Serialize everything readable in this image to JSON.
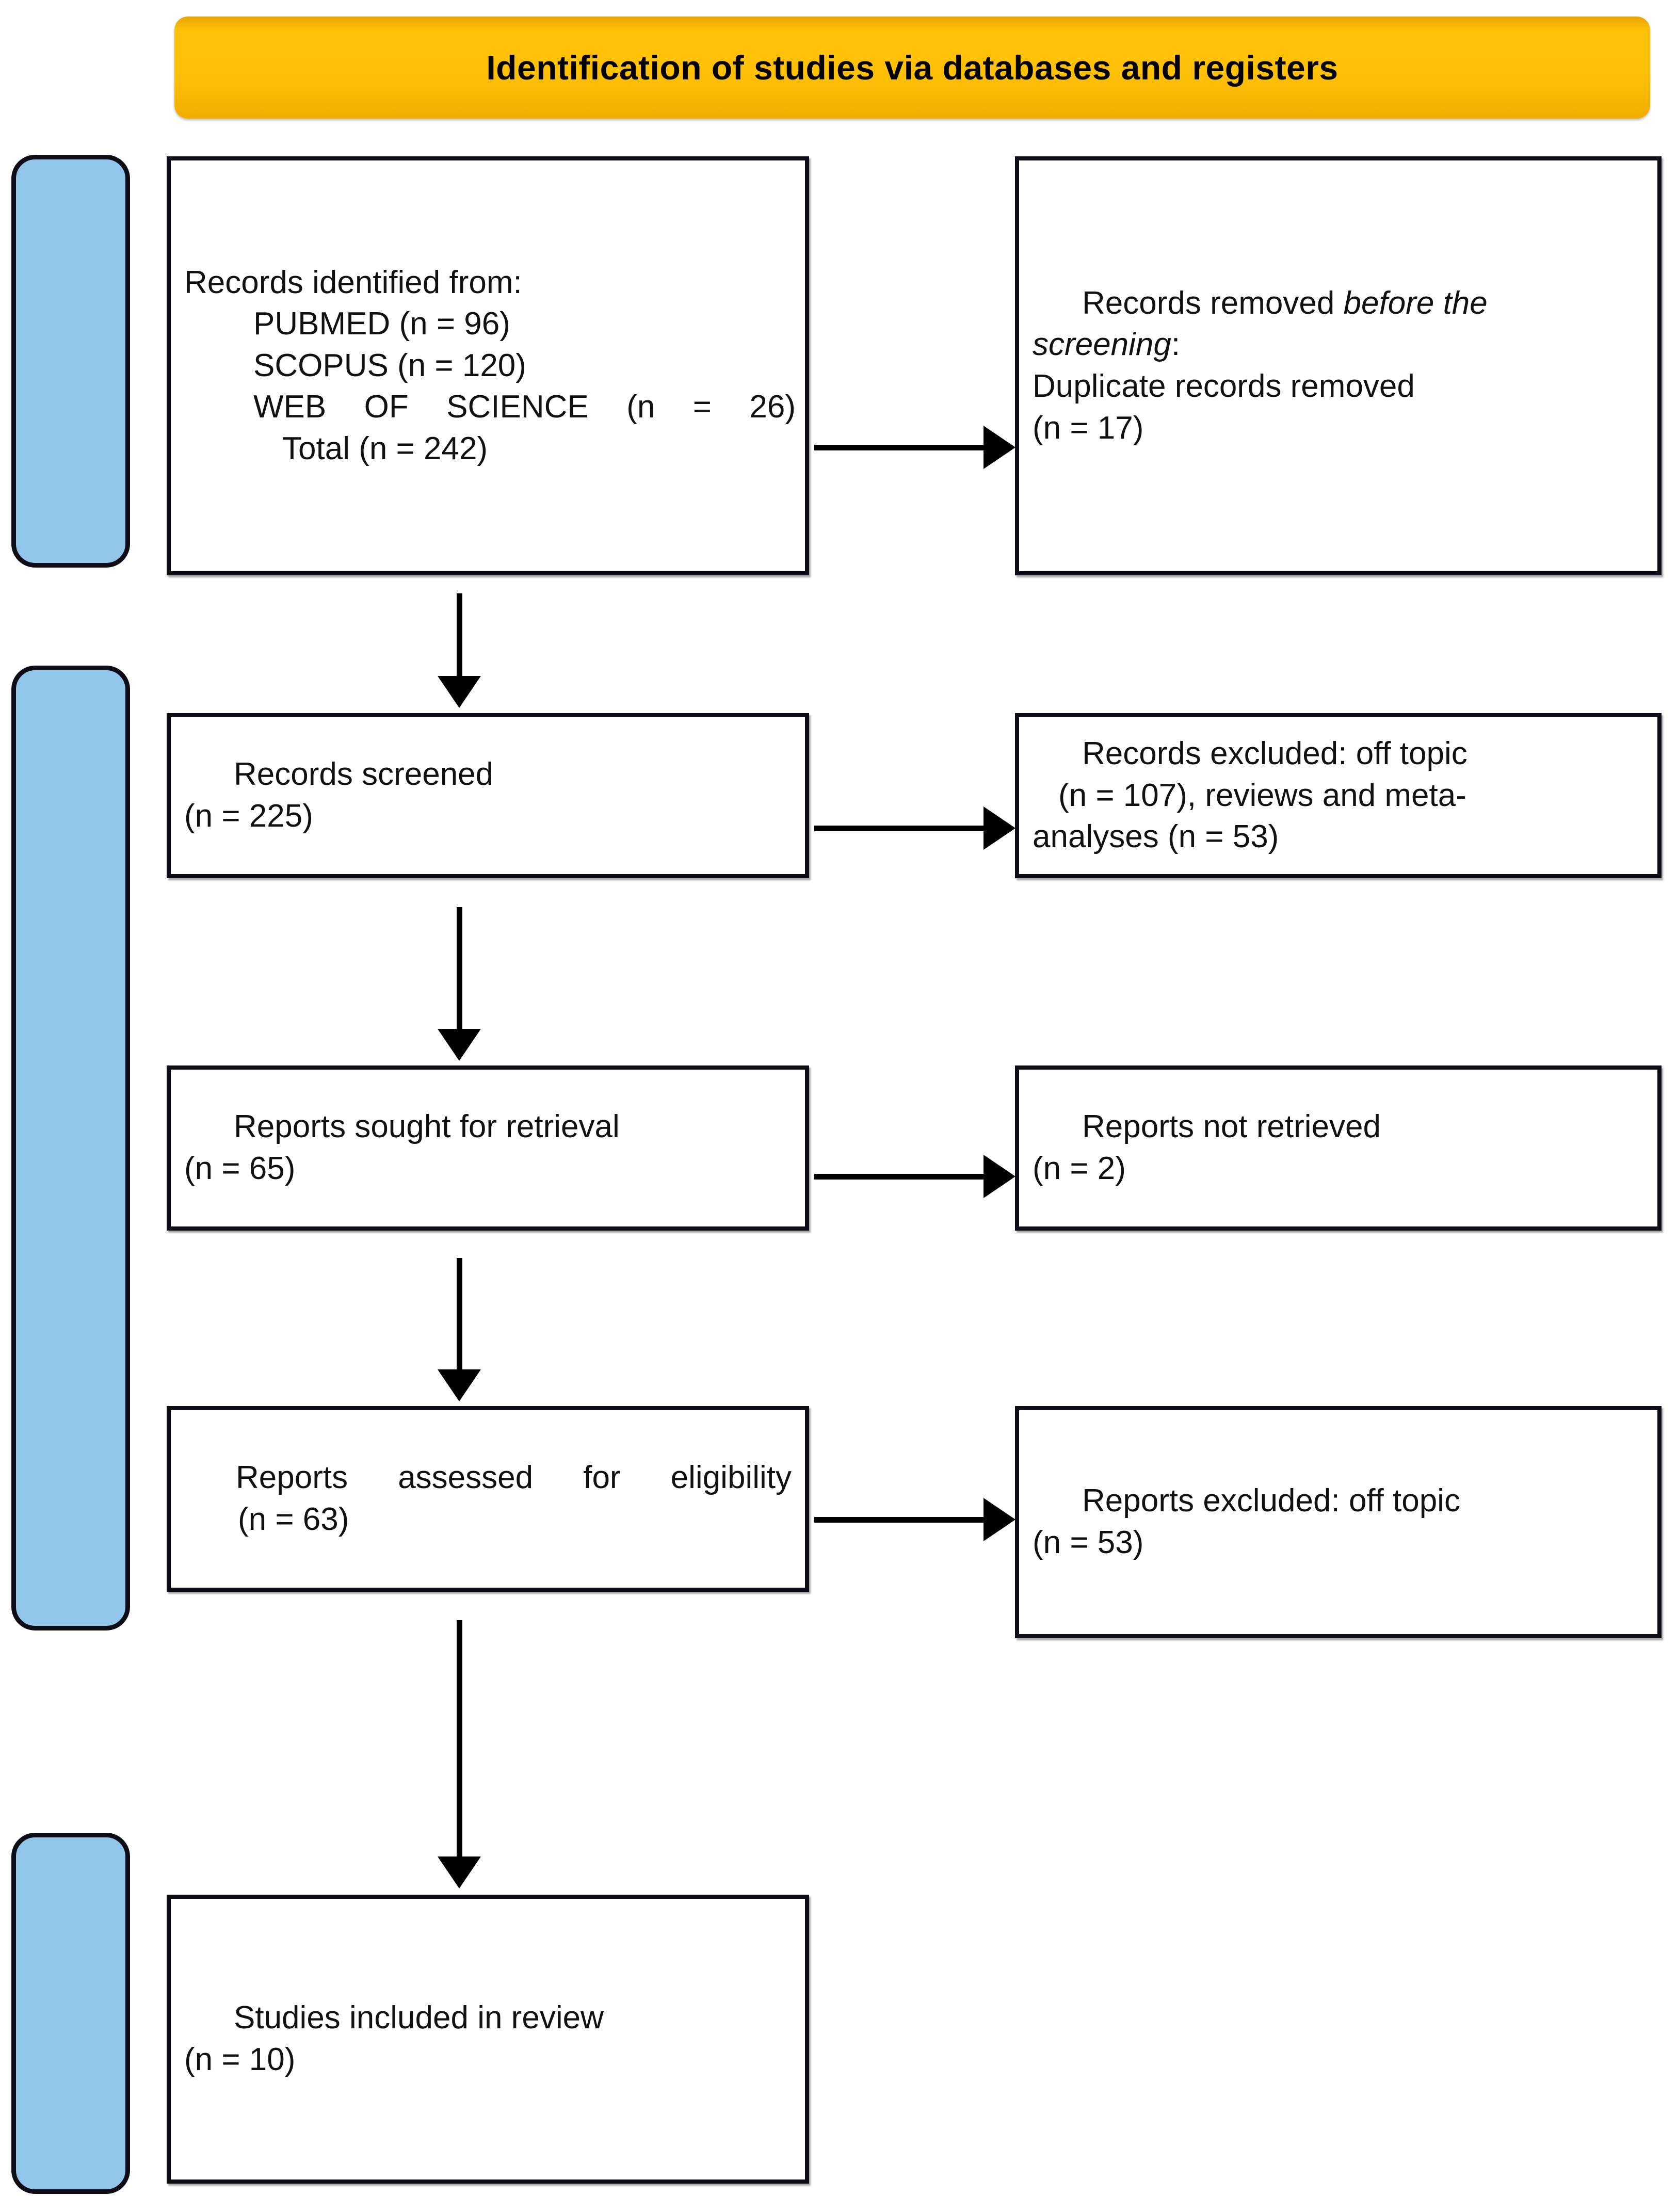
{
  "diagram": {
    "title": "Identification of studies via databases and registers",
    "accent_color": "#ffc107",
    "stage_tab_color": "#92c5ea",
    "box_border_color": "#0d0d17",
    "stages": [
      {
        "name": "identification",
        "label": ""
      },
      {
        "name": "screening",
        "label": ""
      },
      {
        "name": "included",
        "label": ""
      }
    ],
    "boxes": {
      "records_identified": {
        "line1": "Records identified from:",
        "line2": "PUBMED (n = 96)",
        "line3": "SCOPUS (n = 120)",
        "line4": "WEB OF SCIENCE (n = 26)",
        "line5": "Total (n = 242)"
      },
      "records_removed": {
        "line1_plain": "Records removed ",
        "line1_italic": "before the screening",
        "line1_tail": ":",
        "line2": "Duplicate records removed",
        "line3": "(n = 17)"
      },
      "records_screened": {
        "line1": "Records screened",
        "line2": "(n = 225)"
      },
      "records_excluded": {
        "line1": "Records excluded: off topic",
        "line2": "(n = 107), reviews and meta-",
        "line3": "analyses (n = 53)"
      },
      "reports_sought": {
        "line1": "Reports sought for retrieval",
        "line2": "(n = 65)"
      },
      "reports_not_retrieved": {
        "line1": "Reports not retrieved",
        "line2": "(n = 2)"
      },
      "reports_assessed": {
        "line1": "Reports assessed for eligibility",
        "line2": "(n = 63)"
      },
      "reports_excluded": {
        "line1": "Reports excluded: off topic",
        "line2": "(n = 53)"
      },
      "studies_included": {
        "line1": "Studies included in review",
        "line2": "(n = 10)"
      }
    },
    "counts": {
      "pubmed": 96,
      "scopus": 120,
      "web_of_science": 26,
      "total_identified": 242,
      "duplicates_removed": 17,
      "records_screened": 225,
      "excluded_off_topic": 107,
      "excluded_reviews_meta": 53,
      "reports_sought": 65,
      "reports_not_retrieved": 2,
      "reports_assessed": 63,
      "reports_excluded_off_topic": 53,
      "studies_included": 10
    }
  }
}
